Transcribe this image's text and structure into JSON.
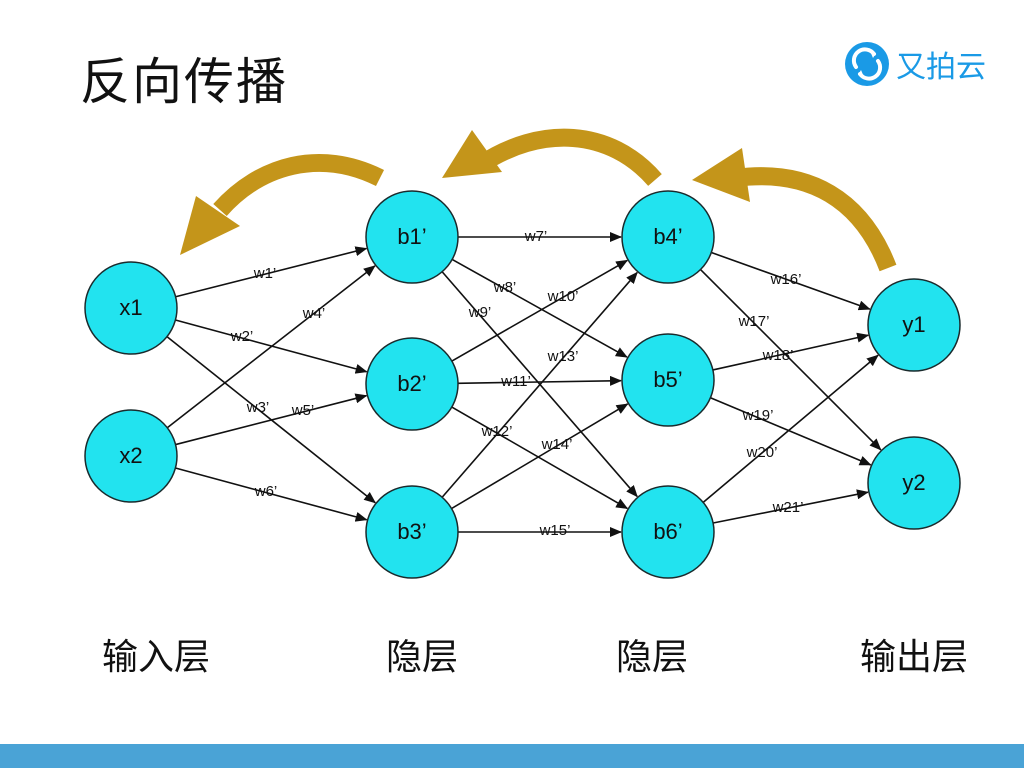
{
  "slide": {
    "title": "反向传播",
    "logo_text": "又拍云",
    "accent_color": "#1a9ae6",
    "node_color": "#22e3ef",
    "arrow_color": "#c4951a",
    "bar_color": "#4aa3d6"
  },
  "layers": [
    {
      "label": "输入层"
    },
    {
      "label": "隐层"
    },
    {
      "label": "隐层"
    },
    {
      "label": "输出层"
    }
  ],
  "nodes": [
    {
      "id": "x1",
      "label": "x1"
    },
    {
      "id": "x2",
      "label": "x2"
    },
    {
      "id": "b1",
      "label": "b1’"
    },
    {
      "id": "b2",
      "label": "b2’"
    },
    {
      "id": "b3",
      "label": "b3’"
    },
    {
      "id": "b4",
      "label": "b4’"
    },
    {
      "id": "b5",
      "label": "b5’"
    },
    {
      "id": "b6",
      "label": "b6’"
    },
    {
      "id": "y1",
      "label": "y1"
    },
    {
      "id": "y2",
      "label": "y2"
    }
  ],
  "edges": [
    {
      "from": "x1",
      "to": "b1",
      "label": "w1’"
    },
    {
      "from": "x1",
      "to": "b2",
      "label": "w2’"
    },
    {
      "from": "x1",
      "to": "b3",
      "label": "w3’"
    },
    {
      "from": "x2",
      "to": "b1",
      "label": "w4’"
    },
    {
      "from": "x2",
      "to": "b2",
      "label": "w5’"
    },
    {
      "from": "x2",
      "to": "b3",
      "label": "w6’"
    },
    {
      "from": "b1",
      "to": "b4",
      "label": "w7’"
    },
    {
      "from": "b1",
      "to": "b5",
      "label": "w8’"
    },
    {
      "from": "b1",
      "to": "b6",
      "label": "w9’"
    },
    {
      "from": "b2",
      "to": "b4",
      "label": "w10’"
    },
    {
      "from": "b2",
      "to": "b5",
      "label": "w11’"
    },
    {
      "from": "b2",
      "to": "b6",
      "label": "w12’"
    },
    {
      "from": "b3",
      "to": "b4",
      "label": "w13’"
    },
    {
      "from": "b3",
      "to": "b5",
      "label": "w14’"
    },
    {
      "from": "b3",
      "to": "b6",
      "label": "w15’"
    },
    {
      "from": "b4",
      "to": "y1",
      "label": "w16’"
    },
    {
      "from": "b4",
      "to": "y2",
      "label": "w17’"
    },
    {
      "from": "b5",
      "to": "y1",
      "label": "w18’"
    },
    {
      "from": "b5",
      "to": "y2",
      "label": "w19’"
    },
    {
      "from": "b6",
      "to": "y1",
      "label": "w20’"
    },
    {
      "from": "b6",
      "to": "y2",
      "label": "w21’"
    }
  ],
  "backprop_arrows": [
    {
      "from_layer": 3,
      "to_layer": 2
    },
    {
      "from_layer": 2,
      "to_layer": 1
    },
    {
      "from_layer": 1,
      "to_layer": 0
    }
  ]
}
